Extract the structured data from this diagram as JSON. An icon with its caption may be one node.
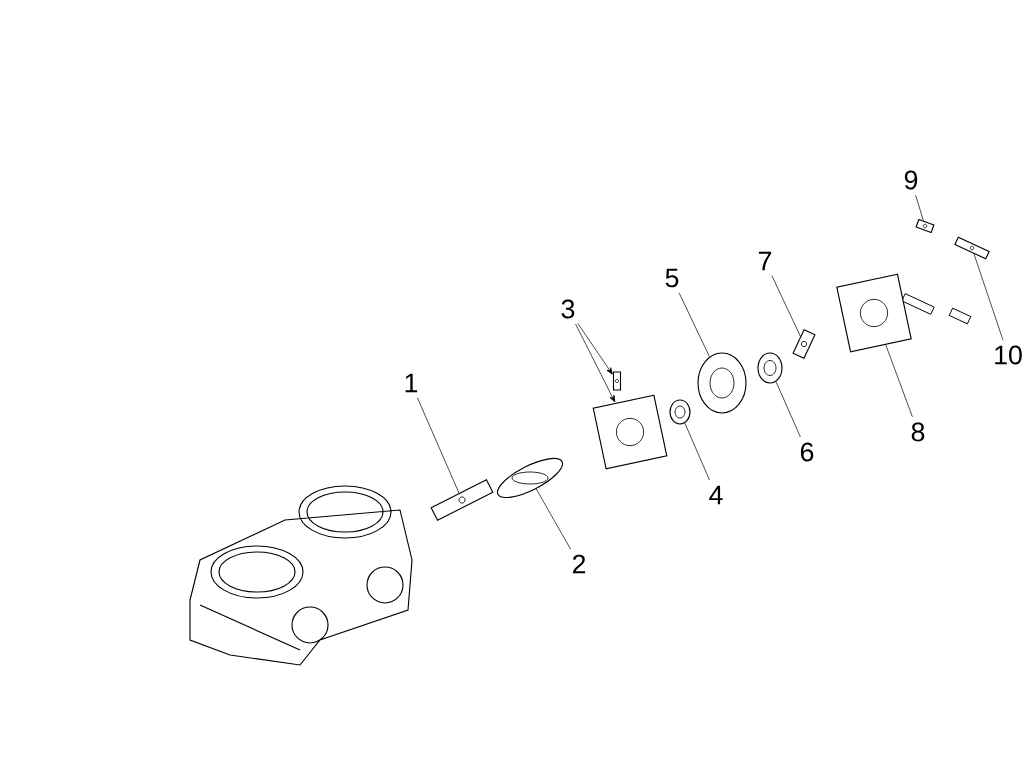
{
  "diagram": {
    "nodes": [
      {
        "text": [
          "1"
        ]
      },
      {
        "text": [
          "2"
        ]
      },
      {
        "text": [
          "3"
        ]
      },
      {
        "text": [
          "4"
        ]
      },
      {
        "text": [
          "5"
        ]
      },
      {
        "text": [
          "6"
        ]
      },
      {
        "text": [
          "7"
        ]
      },
      {
        "text": [
          "8"
        ]
      },
      {
        "text": [
          "9"
        ]
      },
      {
        "text": [
          "10"
        ]
      },
      {
        "text": [],
        "shape": "picture"
      },
      {
        "text": [],
        "shape": "picture"
      },
      {
        "text": [],
        "shape": "picture"
      },
      {
        "text": [],
        "shape": "picture"
      },
      {
        "text": [],
        "shape": "picture"
      },
      {
        "text": [],
        "shape": "picture"
      },
      {
        "text": [],
        "shape": "picture"
      },
      {
        "text": [],
        "shape": "picture"
      },
      {
        "text": [],
        "shape": "picture"
      },
      {
        "text": [],
        "shape": "picture"
      },
      {
        "text": [],
        "shape": "picture"
      }
    ],
    "edges": [
      {
        "from": 0,
        "to": 10,
        "arrow": "none"
      },
      {
        "from": 1,
        "to": 11,
        "arrow": "none"
      },
      {
        "from": 2,
        "to": 12,
        "arrow": "to"
      },
      {
        "from": 2,
        "to": 13,
        "arrow": "to"
      },
      {
        "from": 3,
        "to": 14,
        "arrow": "none"
      },
      {
        "from": 4,
        "to": 15,
        "arrow": "none"
      },
      {
        "from": 5,
        "to": 16,
        "arrow": "none"
      },
      {
        "from": 6,
        "to": 17,
        "arrow": "none"
      },
      {
        "from": 7,
        "to": 18,
        "arrow": "none"
      },
      {
        "from": 8,
        "to": 19,
        "arrow": "none"
      },
      {
        "from": 9,
        "to": 20,
        "arrow": "none"
      }
    ]
  }
}
